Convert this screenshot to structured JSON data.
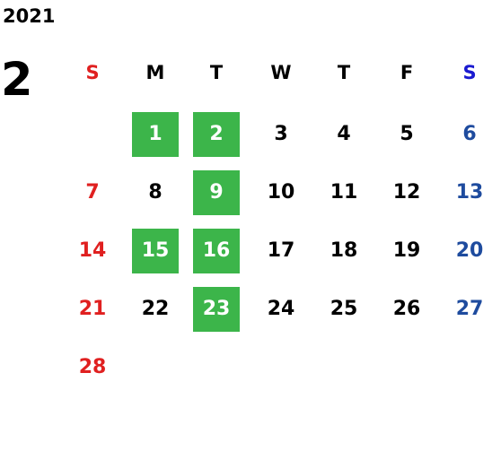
{
  "year": "2021",
  "month": "2",
  "weekdays": [
    "S",
    "M",
    "T",
    "W",
    "T",
    "F",
    "S"
  ],
  "colors": {
    "sunday": "#e02020",
    "saturday": "#1e4b9e",
    "saturday_header": "#1a1ad0",
    "highlight": "#3cb54a",
    "weekday": "#000000"
  },
  "weeks": [
    [
      "",
      "1",
      "2",
      "3",
      "4",
      "5",
      "6"
    ],
    [
      "7",
      "8",
      "9",
      "10",
      "11",
      "12",
      "13"
    ],
    [
      "14",
      "15",
      "16",
      "17",
      "18",
      "19",
      "20"
    ],
    [
      "21",
      "22",
      "23",
      "24",
      "25",
      "26",
      "27"
    ],
    [
      "28",
      "",
      "",
      "",
      "",
      "",
      ""
    ]
  ],
  "highlighted_days": [
    "1",
    "2",
    "9",
    "15",
    "16",
    "23"
  ]
}
